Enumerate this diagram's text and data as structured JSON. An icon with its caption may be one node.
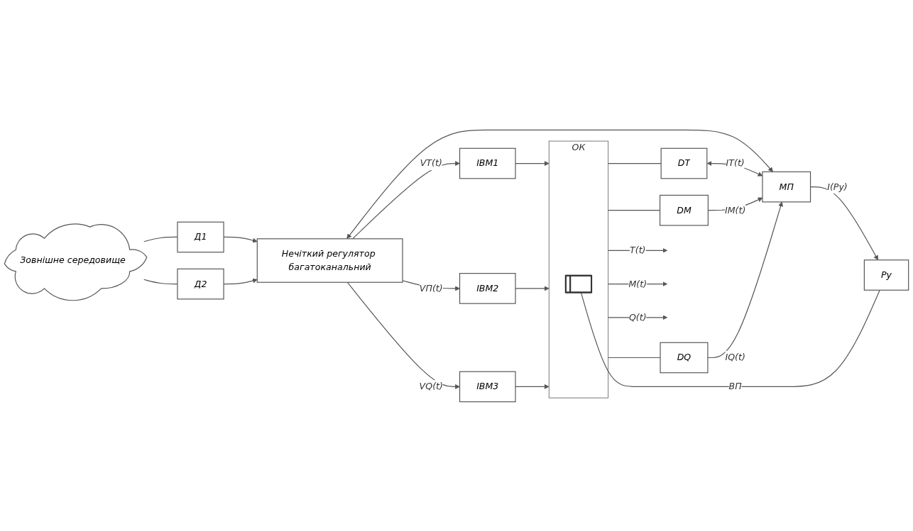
{
  "diagram": {
    "nodes": [
      {
        "text": [
          "Зовнішне середовище"
        ]
      },
      {
        "text": [
          "Д1"
        ]
      },
      {
        "text": [
          "Д2"
        ]
      },
      {
        "text": [
          "Нечіткий регулятор багатоканальний"
        ]
      },
      {
        "text": [
          "ІВМ1"
        ]
      },
      {
        "text": [
          "ІВМ2"
        ]
      },
      {
        "text": [
          "ІВМ3"
        ]
      },
      {
        "text": [
          "ОК"
        ]
      },
      {
        "text": [],
        "shape": "bar",
        "in": 7
      },
      {
        "text": [
          "МП"
        ]
      },
      {
        "text": [
          "Pу"
        ]
      },
      {
        "text": [
          "DT"
        ]
      },
      {
        "text": [
          "DM"
        ]
      },
      {
        "text": [
          "DQ"
        ]
      }
    ],
    "edges": [
      {
        "from": 0,
        "to": 1,
        "arrow": "none"
      },
      {
        "from": 0,
        "to": 2,
        "arrow": "none"
      },
      {
        "from": 1,
        "to": 3,
        "arrow": "to"
      },
      {
        "from": 2,
        "to": 3,
        "arrow": "to"
      },
      {
        "from": 3,
        "to": 4,
        "arrow": "to",
        "label": "VT(t)"
      },
      {
        "from": 3,
        "to": 5,
        "arrow": "to",
        "label": "VП(t)"
      },
      {
        "from": 3,
        "to": 6,
        "arrow": "to",
        "label": "VQ(t)"
      },
      {
        "from": 4,
        "to": 7,
        "arrow": "to"
      },
      {
        "from": 5,
        "to": 7,
        "arrow": "to"
      },
      {
        "from": 6,
        "to": 7,
        "arrow": "to"
      },
      {
        "from": 7,
        "to": null,
        "arrow": "to",
        "label": "T(t)"
      },
      {
        "from": 7,
        "to": null,
        "arrow": "to",
        "label": "M(t)"
      },
      {
        "from": 7,
        "to": null,
        "arrow": "to",
        "label": "Q(t)"
      },
      {
        "from": 3,
        "to": 9,
        "arrow": "both"
      },
      {
        "from": 9,
        "to": 10,
        "arrow": "to",
        "label": "I(Pу)"
      },
      {
        "from": 8,
        "to": 10,
        "arrow": "none",
        "label": "ВП"
      },
      {
        "from": 7,
        "to": 11,
        "arrow": "none"
      },
      {
        "from": 7,
        "to": 12,
        "arrow": "none"
      },
      {
        "from": 7,
        "to": 13,
        "arrow": "none"
      },
      {
        "from": 11,
        "to": 9,
        "arrow": "both",
        "label": "IT(t)"
      },
      {
        "from": 12,
        "to": 9,
        "arrow": "to",
        "label": "IM(t)"
      },
      {
        "from": 13,
        "to": 9,
        "arrow": "to",
        "label": "IQ(t)"
      }
    ]
  }
}
